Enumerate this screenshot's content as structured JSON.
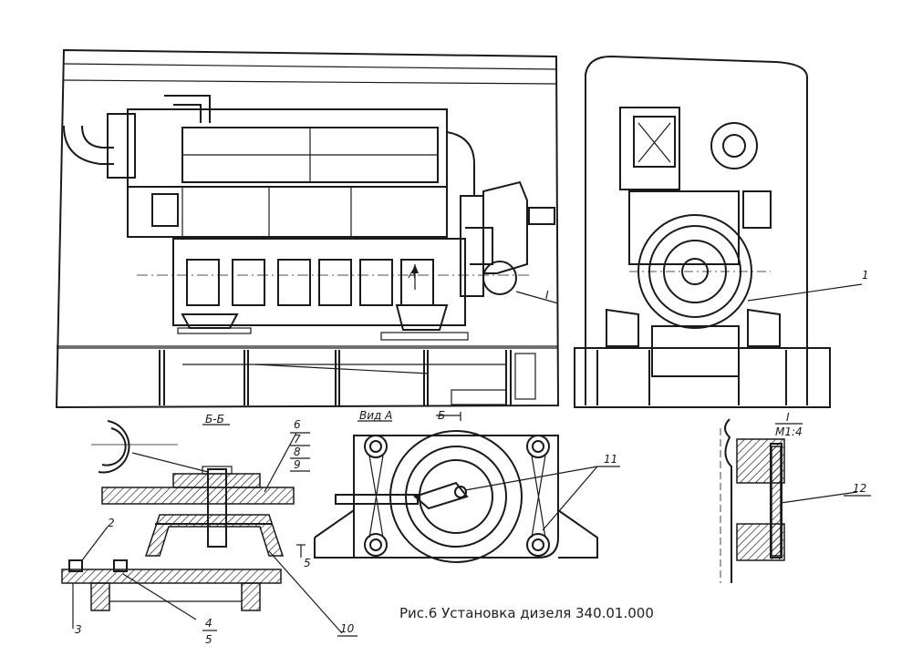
{
  "caption": "Рис.6 Установка дизеля 340.01.000",
  "view_labels": {
    "section_bb": "Б-Б",
    "view_a": "Вид А",
    "detail_i": "I",
    "detail_scale": "М1:4",
    "arrow_a": "А",
    "arrow_b": "Б",
    "detail_marker": "I",
    "section_5": "5"
  },
  "callouts": {
    "c1": "1",
    "c2": "2",
    "c3": "3",
    "c4": "4",
    "c5": "5",
    "c6": "6",
    "c7": "7",
    "c8": "8",
    "c9": "9",
    "c10": "10",
    "c11": "11",
    "c12": "12"
  }
}
